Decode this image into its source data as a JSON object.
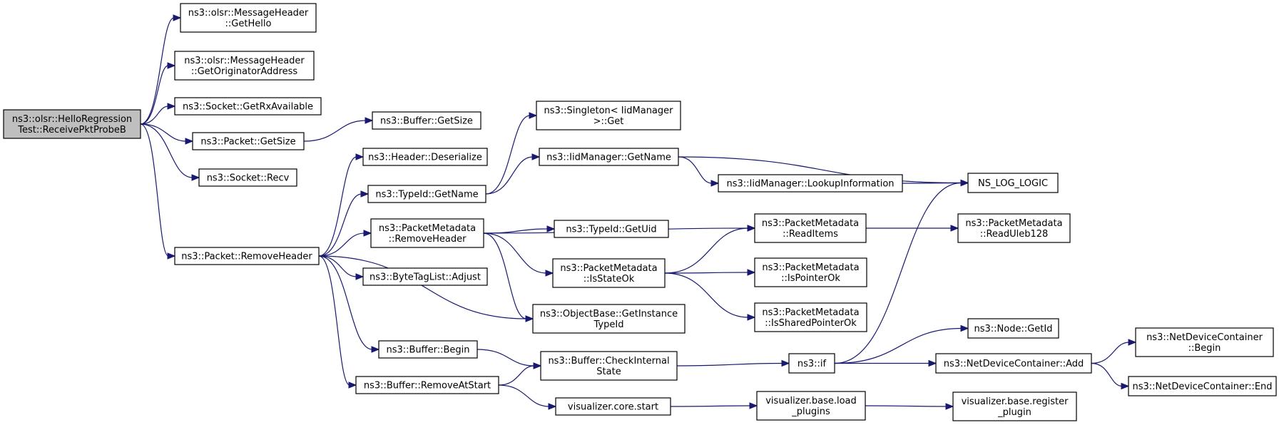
{
  "graph": {
    "colors": {
      "edge": "#191970",
      "root_fill": "#bfbfbf",
      "node_fill": "#ffffff",
      "border": "#000000"
    },
    "nodes": [
      {
        "id": "receive",
        "lines": [
          "ns3::olsr::HelloRegression",
          "Test::ReceivePktProbeB"
        ],
        "root": true
      },
      {
        "id": "gethello",
        "lines": [
          "ns3::olsr::MessageHeader",
          "::GetHello"
        ]
      },
      {
        "id": "getorig",
        "lines": [
          "ns3::olsr::MessageHeader",
          "::GetOriginatorAddress"
        ]
      },
      {
        "id": "getrx",
        "lines": [
          "ns3::Socket::GetRxAvailable"
        ]
      },
      {
        "id": "pktsize",
        "lines": [
          "ns3::Packet::GetSize"
        ]
      },
      {
        "id": "bufsize",
        "lines": [
          "ns3::Buffer::GetSize"
        ]
      },
      {
        "id": "recv",
        "lines": [
          "ns3::Socket::Recv"
        ]
      },
      {
        "id": "removeheader",
        "lines": [
          "ns3::Packet::RemoveHeader"
        ]
      },
      {
        "id": "deserialize",
        "lines": [
          "ns3::Header::Deserialize"
        ]
      },
      {
        "id": "typeidname",
        "lines": [
          "ns3::TypeId::GetName"
        ]
      },
      {
        "id": "singleton",
        "lines": [
          "ns3::Singleton< IidManager",
          ">::Get"
        ]
      },
      {
        "id": "iidname",
        "lines": [
          "ns3::IidManager::GetName"
        ]
      },
      {
        "id": "lookup",
        "lines": [
          "ns3::IidManager::LookupInformation"
        ]
      },
      {
        "id": "nslog",
        "lines": [
          "NS_LOG_LOGIC"
        ]
      },
      {
        "id": "pmremove",
        "lines": [
          "ns3::PacketMetadata",
          "::RemoveHeader"
        ]
      },
      {
        "id": "getuid",
        "lines": [
          "ns3::TypeId::GetUid"
        ]
      },
      {
        "id": "readitems",
        "lines": [
          "ns3::PacketMetadata",
          "::ReadItems"
        ]
      },
      {
        "id": "readuleb",
        "lines": [
          "ns3::PacketMetadata",
          "::ReadUleb128"
        ]
      },
      {
        "id": "isstateok",
        "lines": [
          "ns3::PacketMetadata",
          "::IsStateOk"
        ]
      },
      {
        "id": "ispointerok",
        "lines": [
          "ns3::PacketMetadata",
          "::IsPointerOk"
        ]
      },
      {
        "id": "issharedok",
        "lines": [
          "ns3::PacketMetadata",
          "::IsSharedPointerOk"
        ]
      },
      {
        "id": "adjust",
        "lines": [
          "ns3::ByteTagList::Adjust"
        ]
      },
      {
        "id": "getinstance",
        "lines": [
          "ns3::ObjectBase::GetInstance",
          "TypeId"
        ]
      },
      {
        "id": "bufbegin",
        "lines": [
          "ns3::Buffer::Begin"
        ]
      },
      {
        "id": "checkinternal",
        "lines": [
          "ns3::Buffer::CheckInternal",
          "State"
        ]
      },
      {
        "id": "removeatstart",
        "lines": [
          "ns3::Buffer::RemoveAtStart"
        ]
      },
      {
        "id": "vizstart",
        "lines": [
          "visualizer.core.start"
        ]
      },
      {
        "id": "vizload",
        "lines": [
          "visualizer.base.load",
          "_plugins"
        ]
      },
      {
        "id": "vizreg",
        "lines": [
          "visualizer.base.register",
          "_plugin"
        ]
      },
      {
        "id": "nsif",
        "lines": [
          "ns3::if"
        ]
      },
      {
        "id": "nodegetid",
        "lines": [
          "ns3::Node::GetId"
        ]
      },
      {
        "id": "ndcadd",
        "lines": [
          "ns3::NetDeviceContainer::Add"
        ]
      },
      {
        "id": "ndcbegin",
        "lines": [
          "ns3::NetDeviceContainer",
          "::Begin"
        ]
      },
      {
        "id": "ndcend",
        "lines": [
          "ns3::NetDeviceContainer::End"
        ]
      }
    ],
    "edges": [
      {
        "from": "receive",
        "to": "gethello"
      },
      {
        "from": "receive",
        "to": "getorig"
      },
      {
        "from": "receive",
        "to": "getrx"
      },
      {
        "from": "receive",
        "to": "pktsize"
      },
      {
        "from": "receive",
        "to": "recv"
      },
      {
        "from": "receive",
        "to": "removeheader"
      },
      {
        "from": "pktsize",
        "to": "bufsize"
      },
      {
        "from": "removeheader",
        "to": "deserialize"
      },
      {
        "from": "removeheader",
        "to": "typeidname"
      },
      {
        "from": "removeheader",
        "to": "pmremove"
      },
      {
        "from": "removeheader",
        "to": "adjust"
      },
      {
        "from": "removeheader",
        "to": "getinstance"
      },
      {
        "from": "removeheader",
        "to": "bufbegin"
      },
      {
        "from": "removeheader",
        "to": "removeatstart"
      },
      {
        "from": "typeidname",
        "to": "singleton"
      },
      {
        "from": "typeidname",
        "to": "iidname"
      },
      {
        "from": "iidname",
        "to": "lookup"
      },
      {
        "from": "iidname",
        "to": "nslog"
      },
      {
        "from": "lookup",
        "to": "nslog"
      },
      {
        "from": "pmremove",
        "to": "readitems"
      },
      {
        "from": "pmremove",
        "to": "getuid"
      },
      {
        "from": "pmremove",
        "to": "isstateok"
      },
      {
        "from": "pmremove",
        "to": "getinstance"
      },
      {
        "from": "isstateok",
        "to": "readitems"
      },
      {
        "from": "isstateok",
        "to": "ispointerok"
      },
      {
        "from": "isstateok",
        "to": "issharedok"
      },
      {
        "from": "readitems",
        "to": "readuleb"
      },
      {
        "from": "bufbegin",
        "to": "checkinternal"
      },
      {
        "from": "removeatstart",
        "to": "checkinternal"
      },
      {
        "from": "removeatstart",
        "to": "vizstart"
      },
      {
        "from": "checkinternal",
        "to": "nsif"
      },
      {
        "from": "nsif",
        "to": "nslog"
      },
      {
        "from": "nsif",
        "to": "nodegetid"
      },
      {
        "from": "nsif",
        "to": "ndcadd"
      },
      {
        "from": "ndcadd",
        "to": "ndcbegin"
      },
      {
        "from": "ndcadd",
        "to": "ndcend"
      },
      {
        "from": "vizstart",
        "to": "vizload"
      },
      {
        "from": "vizload",
        "to": "vizreg"
      }
    ]
  }
}
